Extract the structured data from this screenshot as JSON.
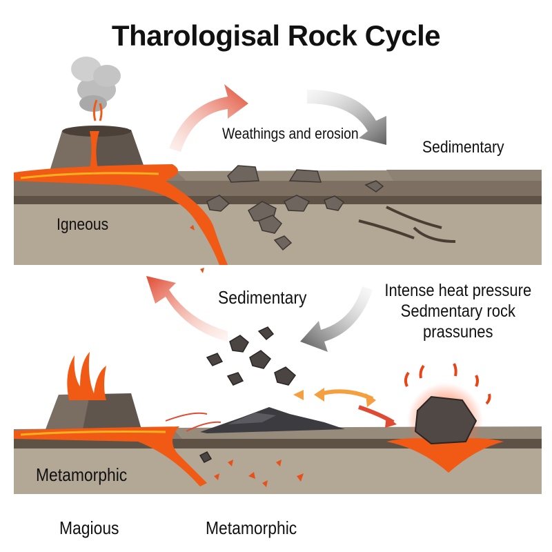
{
  "title": "Tharologisal Rock Cycle",
  "top_panel": {
    "weathering_label": "Weathings and erosion",
    "sedimentary_label": "Sedimentary",
    "igneous_label": "Igneous"
  },
  "bottom_panel": {
    "sedimentary_label": "Sedimentary",
    "heat_pressure_lines": [
      "Intense heat pressure",
      "Sedmentary rock",
      "prassunes"
    ],
    "metamorphic_ground_label": "Metamorphic",
    "magious_label": "Magious",
    "metamorphic_label": "Metamorphic"
  },
  "colors": {
    "lava": "#f05a14",
    "ground_top": "#8a7c6e",
    "ground_dark": "#5e5145",
    "ground_low": "#b3a796",
    "arrow_red": "#e0503a",
    "arrow_gray": "#6e6e6e"
  }
}
